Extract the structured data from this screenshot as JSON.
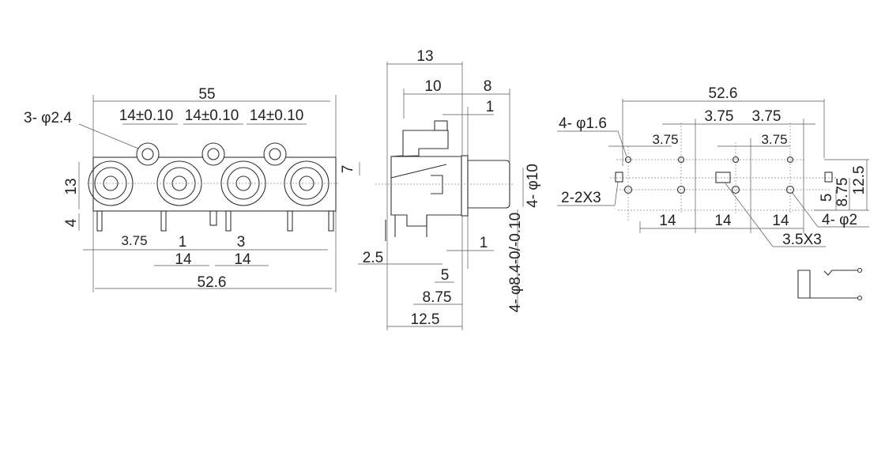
{
  "front_view": {
    "overall_width": "55",
    "pitch_1": "14±0.10",
    "pitch_2": "14±0.10",
    "pitch_3": "14±0.10",
    "hole_callout": "3- φ2.4",
    "height": "13",
    "pin_length": "4",
    "offset_7": "7",
    "dim_3_75": "3.75",
    "dim_1": "1",
    "dim_3": "3",
    "pin_pitch_1": "14",
    "pin_pitch_2": "14",
    "pin_span": "52.6"
  },
  "side_view": {
    "depth": "13",
    "body_depth": "10",
    "jack_length": "8",
    "flange_top": "1",
    "jack_diameter": "4- φ10",
    "inner_diameter": "4- φ8.4-0/-0.10",
    "flange_bottom": "1",
    "dim_2_5": "2.5",
    "dim_5": "5",
    "dim_8_75": "8.75",
    "dim_12_5": "12.5"
  },
  "pcb_layout": {
    "overall": "52.6",
    "top_3_75_a": "3.75",
    "top_3_75_b": "3.75",
    "small_hole_callout": "4- φ1.6",
    "mid_3_75_a": "3.75",
    "mid_3_75_b": "3.75",
    "slot_callout": "2-2X3",
    "pitch_1": "14",
    "pitch_2": "14",
    "pitch_3": "14",
    "square_callout": "3.5X3",
    "large_hole_callout": "4- φ2",
    "v_5": "5",
    "v_8_75": "8.75",
    "v_12_5": "12.5"
  }
}
